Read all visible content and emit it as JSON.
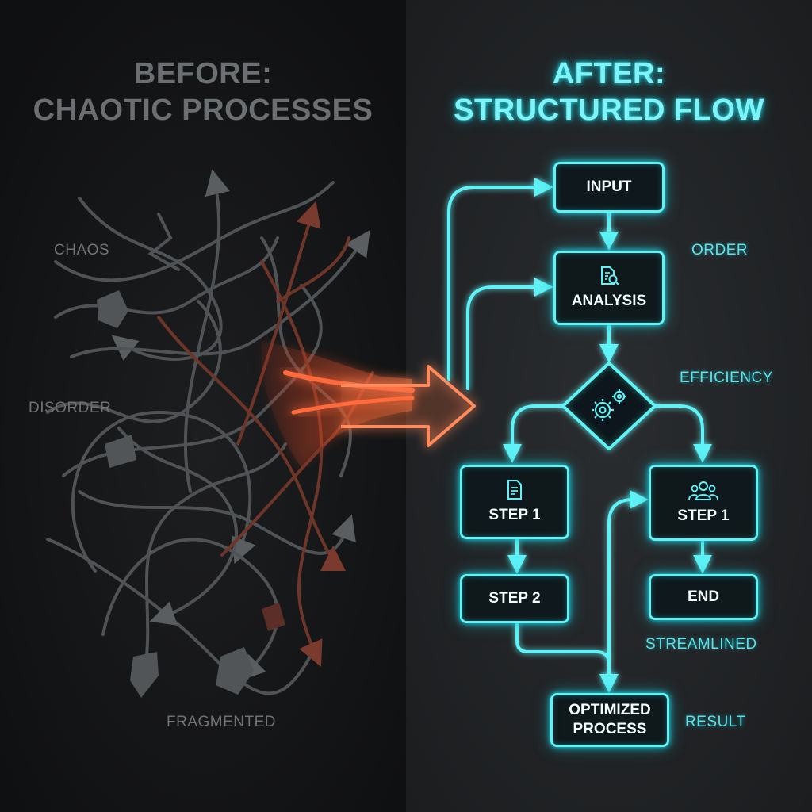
{
  "before": {
    "title_line1": "BEFORE:",
    "title_line2": "CHAOTIC PROCESSES",
    "words": [
      "CHAOS",
      "DISORDER",
      "FRAGMENTED"
    ]
  },
  "after": {
    "title_line1": "AFTER:",
    "title_line2": "STRUCTURED FLOW",
    "words": [
      "ORDER",
      "EFFICIENCY",
      "STREAMLINED",
      "RESULT"
    ]
  },
  "flow": {
    "input": "INPUT",
    "analysis": "ANALYSIS",
    "step1_left": "STEP 1",
    "step1_right": "STEP 1",
    "step2": "STEP 2",
    "end": "END",
    "optimized": "OPTIMIZED\nPROCESS"
  },
  "colors": {
    "neon": "#5ff2f6",
    "neon_glow": "#1fd8e2",
    "orange": "#ff6a3d",
    "gray": "#6b6f72",
    "rust": "#7a3a2e"
  },
  "icons": {
    "analysis": "document-search-icon",
    "decision": "gears-icon",
    "step1_left": "document-icon",
    "step1_right": "team-icon"
  }
}
